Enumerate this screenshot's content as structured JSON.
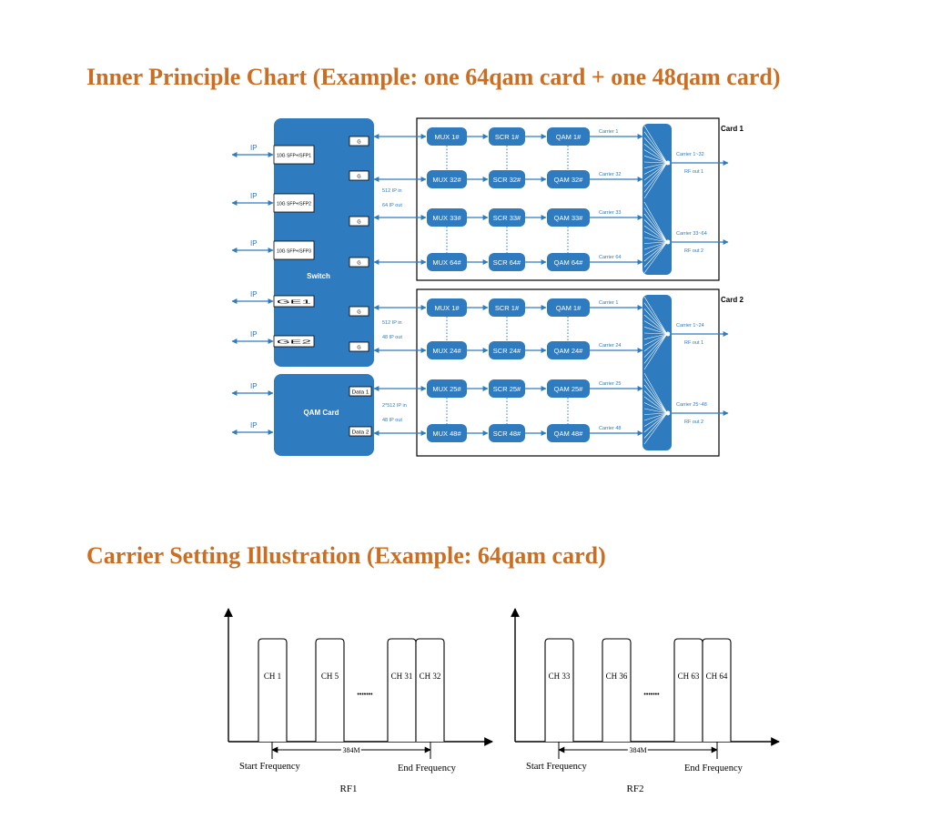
{
  "title1": "Inner Principle Chart (Example: one 64qam card + one 48qam card)",
  "title2": "Carrier Setting Illustration (Example: 64qam card)",
  "colors": {
    "blue": "#2f7bbf",
    "heading": "#cc6e22",
    "line": "#000000"
  },
  "diagram1": {
    "switch_label": "Switch",
    "qam_card_label": "QAM Card",
    "ip": "IP",
    "left_ports": [
      "10G SFP+/SFP1",
      "10G SFP+/SFP2",
      "10G SFP+/SFP3",
      "GE1",
      "GE2"
    ],
    "right_ports": [
      "G",
      "G",
      "G",
      "G",
      "G",
      "G"
    ],
    "data_ports": [
      "Data 1",
      "Data 2"
    ],
    "mid_labels": [
      "512 IP in",
      "64 IP out",
      "512 IP in",
      "48 IP out",
      "2*512 IP in",
      "48 IP out"
    ],
    "card1": {
      "label": "Card 1",
      "rows": [
        {
          "mux": "MUX 1#",
          "scr": "SCR 1#",
          "qam": "QAM 1#",
          "carrier": "Carrier 1"
        },
        {
          "mux": "MUX 32#",
          "scr": "SCR 32#",
          "qam": "QAM 32#",
          "carrier": "Carrier 32"
        },
        {
          "mux": "MUX 33#",
          "scr": "SCR 33#",
          "qam": "QAM 33#",
          "carrier": "Carrier 33"
        },
        {
          "mux": "MUX 64#",
          "scr": "SCR 64#",
          "qam": "QAM 64#",
          "carrier": "Carrier 64"
        }
      ],
      "outputs": [
        {
          "carriers": "Carrier 1~32",
          "rf": "RF out 1"
        },
        {
          "carriers": "Carrier 33~64",
          "rf": "RF out 2"
        }
      ]
    },
    "card2": {
      "label": "Card 2",
      "rows": [
        {
          "mux": "MUX 1#",
          "scr": "SCR 1#",
          "qam": "QAM 1#",
          "carrier": "Carrier 1"
        },
        {
          "mux": "MUX 24#",
          "scr": "SCR 24#",
          "qam": "QAM 24#",
          "carrier": "Carrier 24"
        },
        {
          "mux": "MUX 25#",
          "scr": "SCR 25#",
          "qam": "QAM 25#",
          "carrier": "Carrier 25"
        },
        {
          "mux": "MUX 48#",
          "scr": "SCR 48#",
          "qam": "QAM 48#",
          "carrier": "Carrier 48"
        }
      ],
      "outputs": [
        {
          "carriers": "Carrier 1~24",
          "rf": "RF out 1"
        },
        {
          "carriers": "Carrier 25~48",
          "rf": "RF out 2"
        }
      ]
    }
  },
  "illustrations": [
    {
      "channels": [
        "CH 1",
        "CH 5",
        "CH 31",
        "CH 32"
      ],
      "dots": "•••••••",
      "span": "384M",
      "start": "Start Frequency",
      "end": "End Frequency",
      "name": "RF1"
    },
    {
      "channels": [
        "CH 33",
        "CH 36",
        "CH 63",
        "CH 64"
      ],
      "dots": "•••••••",
      "span": "384M",
      "start": "Start Frequency",
      "end": "End Frequency",
      "name": "RF2"
    }
  ]
}
